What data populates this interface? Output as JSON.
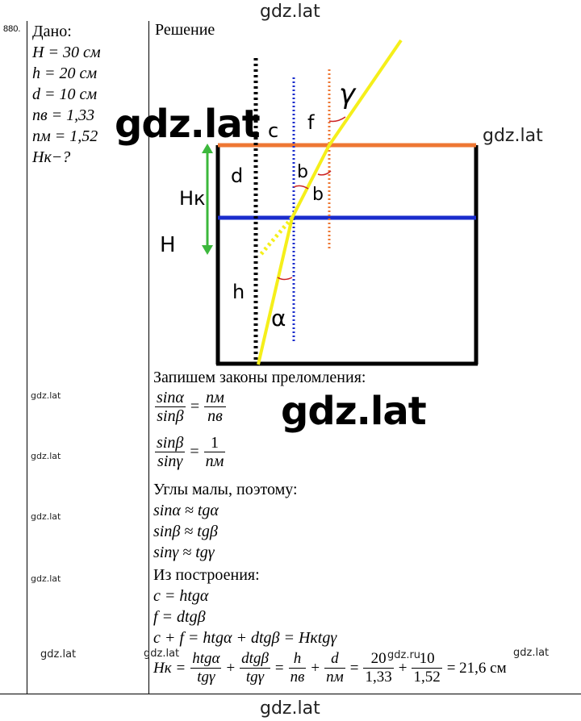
{
  "watermarks": {
    "top": "gdz.lat",
    "bottom": "gdz.lat",
    "big_left": "gdz.lat",
    "big_center": "gdz.lat",
    "right_small": "gdz.lat",
    "small_left_1": "gdz.lat",
    "small_left_2": "gdz.lat",
    "small_left_3": "gdz.lat",
    "small_left_4": "gdz.lat",
    "bottom_left": "gdz.lat",
    "bottom_mid": "gdz.lat",
    "bottom_right": "gdz.lat",
    "gdz_ru": "gdz.ru"
  },
  "problem_number": "880.",
  "given": {
    "heading": "Дано:",
    "lines": [
      "H = 30 см",
      "h = 20 см",
      "d = 10 см",
      "nв = 1,33",
      "nм = 1,52",
      "Hк−?"
    ]
  },
  "solution_heading": "Решение",
  "diagram": {
    "labels": {
      "c": "c",
      "f": "f",
      "gamma": "γ",
      "d": "d",
      "b1": "b",
      "b2": "b",
      "Hk": "Hк",
      "H": "H",
      "h": "h",
      "alpha": "α"
    },
    "colors": {
      "top_line": "#ee7733",
      "mid_line": "#1a2ccc",
      "ray": "#f5ef1a",
      "arrow": "#3cb83c",
      "angle_arc": "#cc2222",
      "blue_dotted": "#1a2ccc",
      "orange_dotted": "#ee7733"
    }
  },
  "text": {
    "laws": "Запишем законы преломления:",
    "f1_num": "sinα",
    "f1_den": "sinβ",
    "f1_rnum": "nм",
    "f1_rden": "nв",
    "f2_num": "sinβ",
    "f2_den": "sinγ",
    "f2_rnum": "1",
    "f2_rden": "nм",
    "small_angles": "Углы малы, поэтому:",
    "approx1": "sinα ≈ tgα",
    "approx2": "sinβ ≈ tgβ",
    "approx3": "sinγ ≈ tgγ",
    "construction": "Из построения:",
    "eq_c": "c = htgα",
    "eq_f": "f = dtgβ",
    "eq_sum": "c + f = htgα + dtgβ = Hкtgγ",
    "final_lhs": "Hк =",
    "final_f1n": "htgα",
    "final_f1d": "tgγ",
    "final_f2n": "dtgβ",
    "final_f2d": "tgγ",
    "final_f3n": "h",
    "final_f3d": "nв",
    "final_f4n": "d",
    "final_f4d": "nм",
    "final_f5n": "20",
    "final_f5d": "1,33",
    "final_f6n": "10",
    "final_f6d": "1,52",
    "final_result": "= 21,6 см"
  }
}
